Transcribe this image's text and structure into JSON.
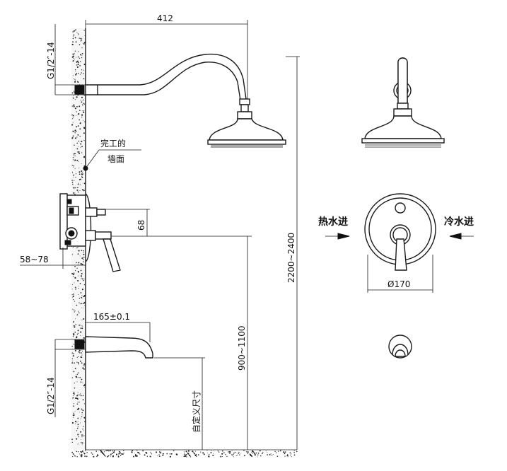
{
  "dims": {
    "arm_reach": "412",
    "total_height": "2200~2400",
    "inlet_spacing": "68",
    "wall_depth": "58~78",
    "spout_length": "165±0.1",
    "mixer_height": "900~1100",
    "plate_diameter": "Ø170"
  },
  "threads": {
    "top": "G1/2″-14",
    "bottom": "G1/2″-14"
  },
  "labels": {
    "finished_wall_1": "完工的",
    "finished_wall_2": "墙面",
    "hot_in": "热水进",
    "cold_in": "冷水进",
    "custom_size": "自定义尺寸"
  }
}
